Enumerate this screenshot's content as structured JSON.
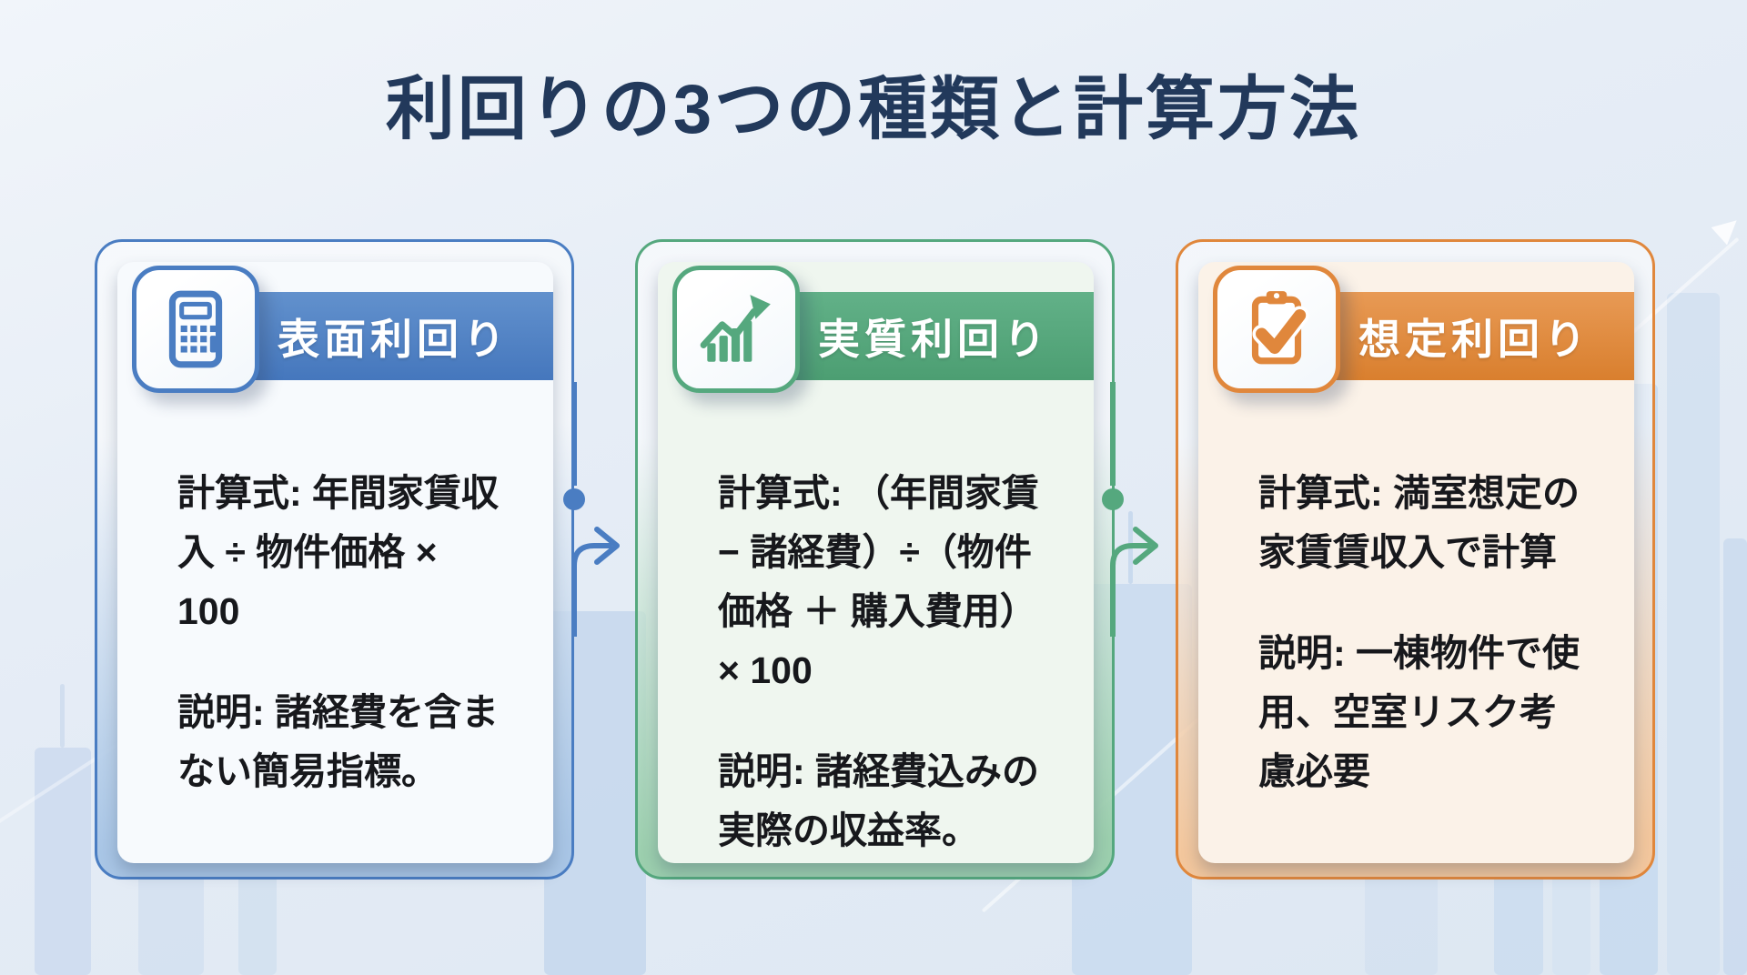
{
  "title": "利回りの3つの種類と計算方法",
  "colors": {
    "title_text": "#22395b",
    "body_text": "#17181c",
    "gross_accent": "#4a7dc2",
    "net_accent": "#55a87e",
    "expected_accent": "#e0873c"
  },
  "cards": [
    {
      "id": "gross-yield",
      "icon": "calculator-icon",
      "header": "表面利回り",
      "formula": "計算式: 年間家賃収入 ÷ 物件価格 × 100",
      "description": "説明: 諸経費を含まない簡易指標。"
    },
    {
      "id": "net-yield",
      "icon": "chart-increase-icon",
      "header": "実質利回り",
      "formula": "計算式: （年間家賃 − 諸経費）÷（物件価格 ＋ 購入費用）× 100",
      "description": "説明: 諸経費込みの実際の収益率。"
    },
    {
      "id": "expected-yield",
      "icon": "clipboard-check-icon",
      "header": "想定利回り",
      "formula": "計算式: 満室想定の家賃賃収入で計算",
      "description": "説明: 一棟物件で使用、空室リスク考慮必要"
    }
  ]
}
